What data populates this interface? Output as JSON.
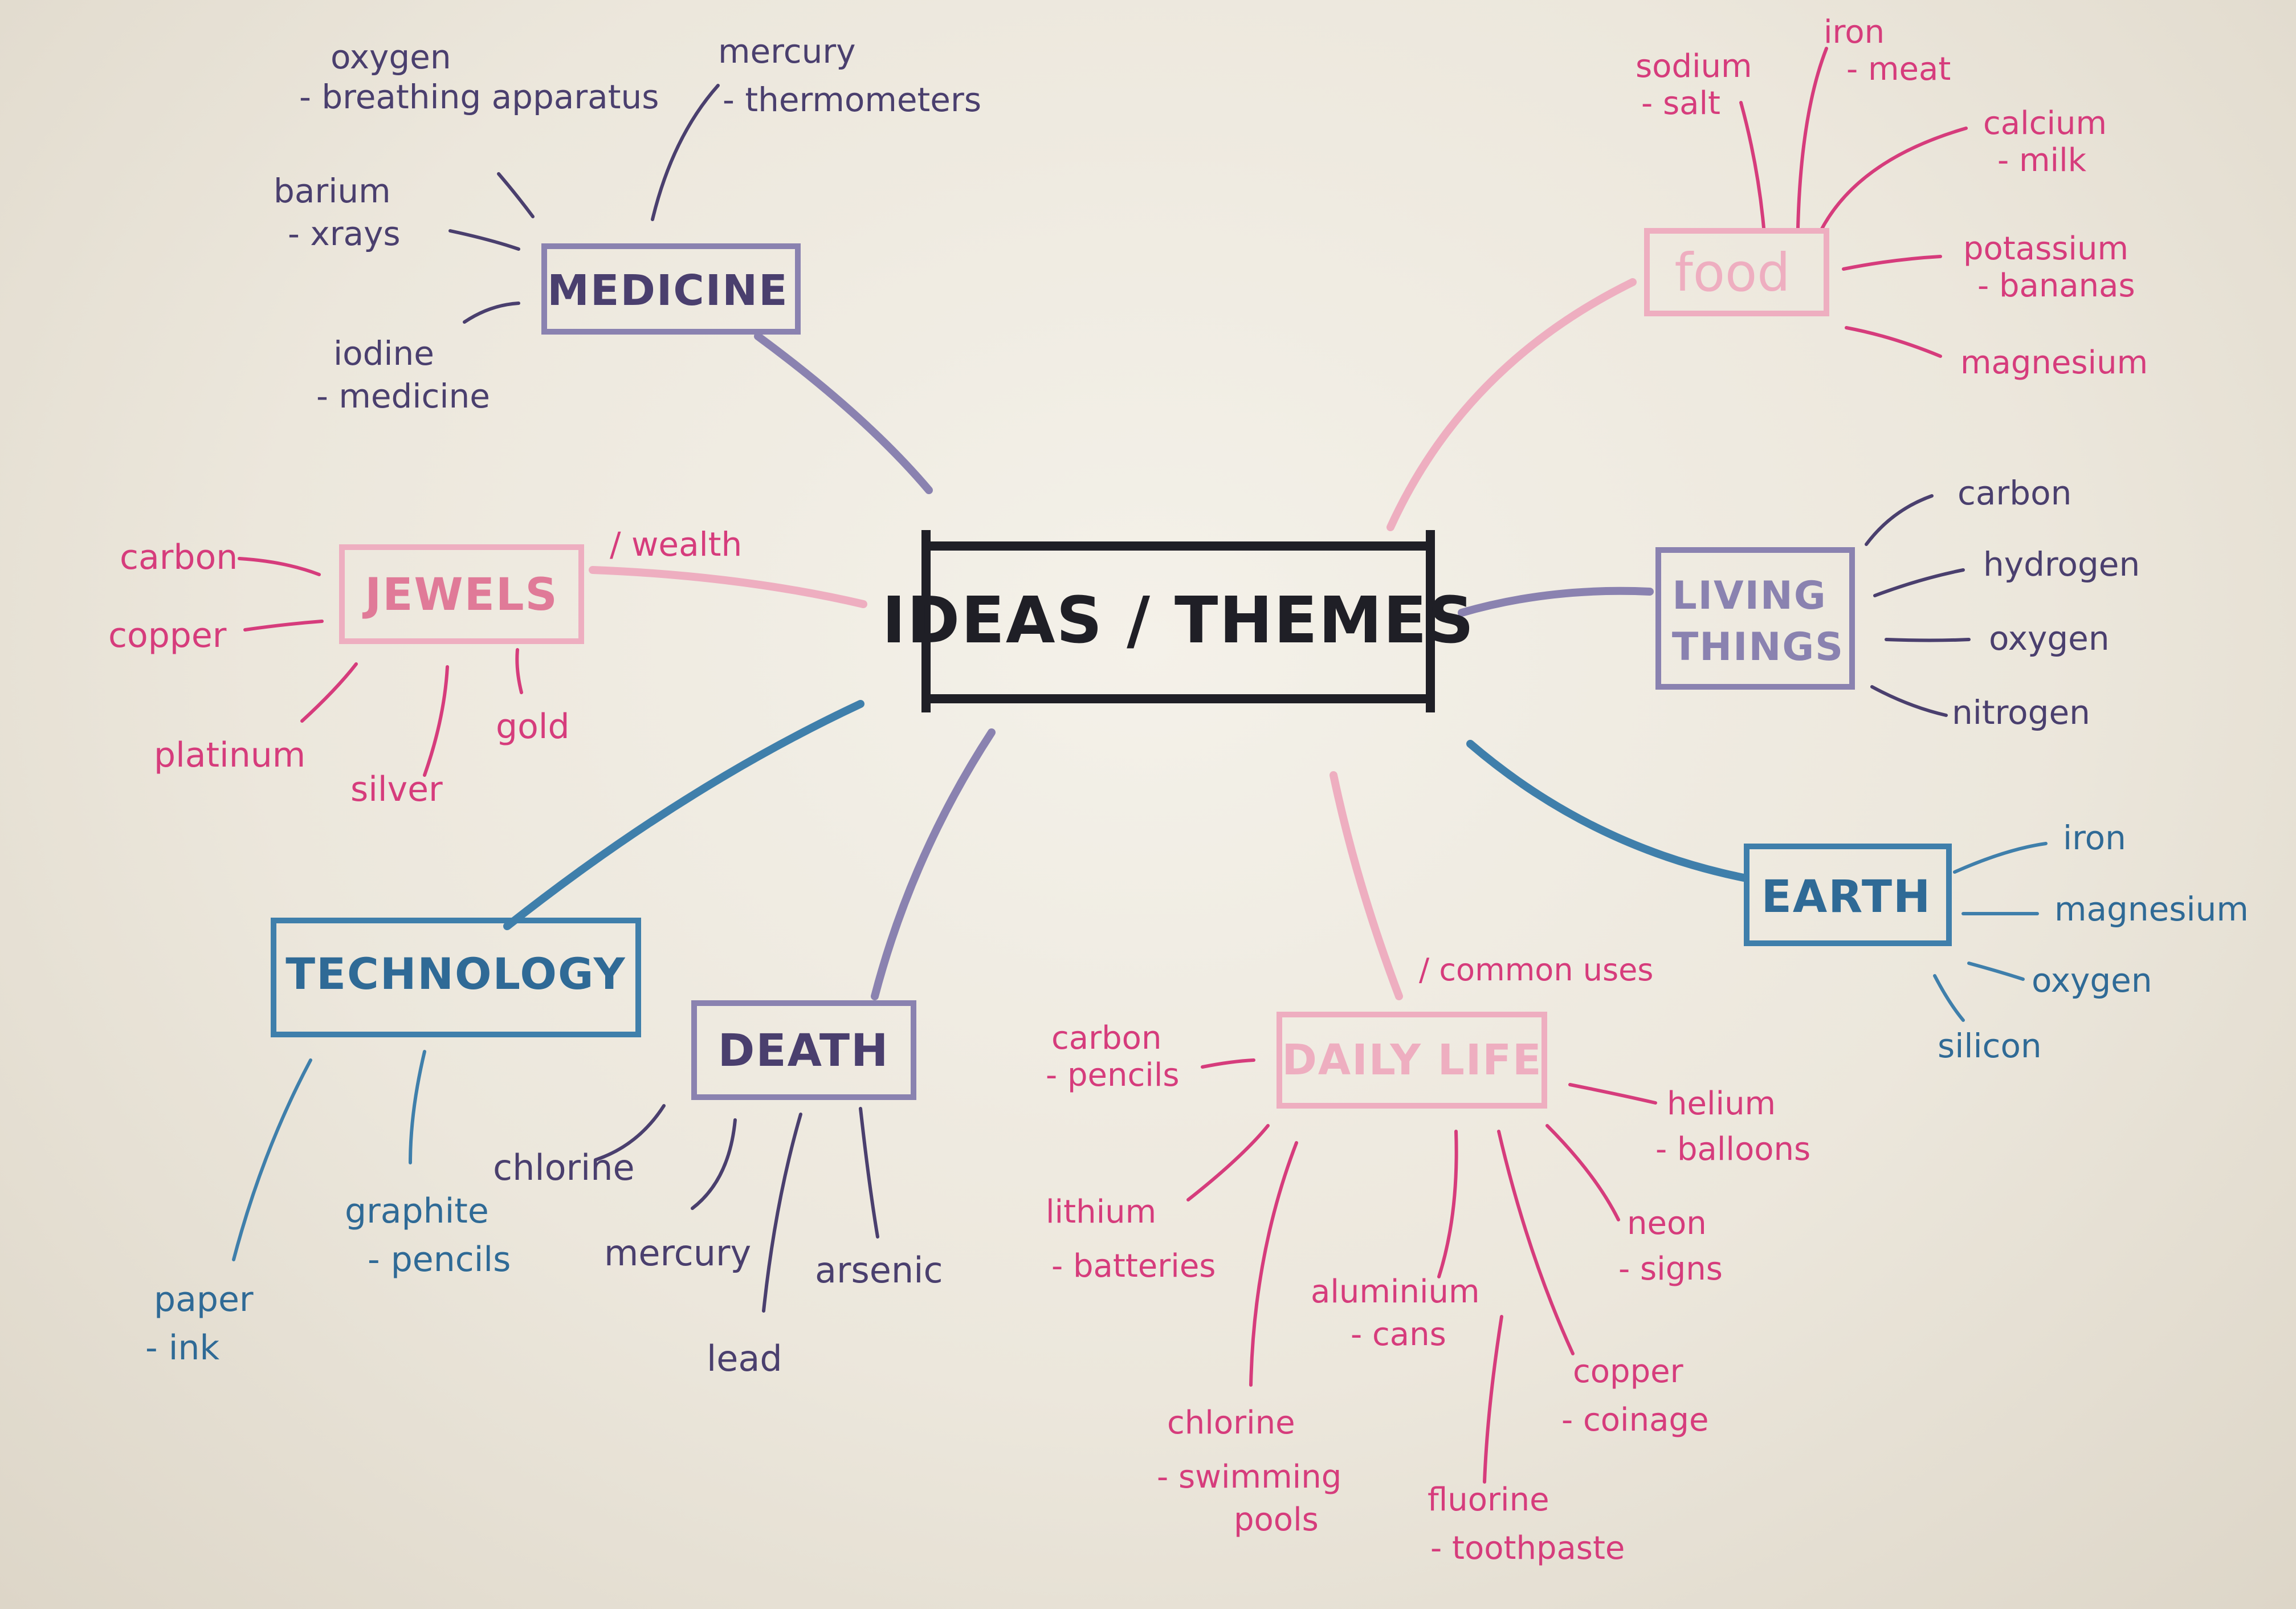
{
  "center": {
    "label": "IDEAS / THEMES"
  },
  "colors": {
    "ink_dark": "#1f1f26",
    "purple": "#4a3f6e",
    "lavender": "#8a82b0",
    "pink": "#e07a98",
    "light_pink": "#eeaec0",
    "magenta": "#d63c7c",
    "blue": "#3f7fab",
    "blue_ink": "#2f6a96"
  },
  "branches": [
    {
      "id": "medicine",
      "label": "MEDICINE",
      "leaves": [
        {
          "lines": [
            "oxygen",
            "- breathing apparatus"
          ]
        },
        {
          "lines": [
            "mercury",
            "- thermometers"
          ]
        },
        {
          "lines": [
            "barium",
            "- xrays"
          ]
        },
        {
          "lines": [
            "iodine",
            "- medicine"
          ]
        }
      ]
    },
    {
      "id": "food",
      "label": "food",
      "leaves": [
        {
          "lines": [
            "sodium",
            "- salt"
          ]
        },
        {
          "lines": [
            "iron",
            "- meat"
          ]
        },
        {
          "lines": [
            "calcium",
            "- milk"
          ]
        },
        {
          "lines": [
            "potassium",
            "- bananas"
          ]
        },
        {
          "lines": [
            "magnesium"
          ]
        }
      ]
    },
    {
      "id": "jewels",
      "label": "JEWELS",
      "note": "/ wealth",
      "leaves": [
        {
          "lines": [
            "carbon"
          ]
        },
        {
          "lines": [
            "copper"
          ]
        },
        {
          "lines": [
            "platinum"
          ]
        },
        {
          "lines": [
            "silver"
          ]
        },
        {
          "lines": [
            "gold"
          ]
        }
      ]
    },
    {
      "id": "living",
      "label_lines": [
        "LIVING",
        "THINGS"
      ],
      "leaves": [
        {
          "lines": [
            "carbon"
          ]
        },
        {
          "lines": [
            "hydrogen"
          ]
        },
        {
          "lines": [
            "oxygen"
          ]
        },
        {
          "lines": [
            "nitrogen"
          ]
        }
      ]
    },
    {
      "id": "earth",
      "label": "EARTH",
      "leaves": [
        {
          "lines": [
            "iron"
          ]
        },
        {
          "lines": [
            "magnesium"
          ]
        },
        {
          "lines": [
            "oxygen"
          ]
        },
        {
          "lines": [
            "silicon"
          ]
        }
      ]
    },
    {
      "id": "technology",
      "label": "TECHNOLOGY",
      "leaves": [
        {
          "lines": [
            "paper",
            "- ink"
          ]
        },
        {
          "lines": [
            "graphite",
            "- pencils"
          ]
        }
      ]
    },
    {
      "id": "death",
      "label": "DEATH",
      "leaves": [
        {
          "lines": [
            "chlorine"
          ]
        },
        {
          "lines": [
            "mercury"
          ]
        },
        {
          "lines": [
            "lead"
          ]
        },
        {
          "lines": [
            "arsenic"
          ]
        }
      ]
    },
    {
      "id": "daily",
      "label": "DAILY LIFE",
      "note": "/ common uses",
      "leaves": [
        {
          "lines": [
            "carbon",
            "- pencils"
          ]
        },
        {
          "lines": [
            "lithium",
            "- batteries"
          ]
        },
        {
          "lines": [
            "chlorine",
            "- swimming",
            "pools"
          ]
        },
        {
          "lines": [
            "aluminium",
            "- cans"
          ]
        },
        {
          "lines": [
            "fluorine",
            "- toothpaste"
          ]
        },
        {
          "lines": [
            "copper",
            "- coinage"
          ]
        },
        {
          "lines": [
            "neon",
            "- signs"
          ]
        },
        {
          "lines": [
            "helium",
            "- balloons"
          ]
        }
      ]
    }
  ]
}
